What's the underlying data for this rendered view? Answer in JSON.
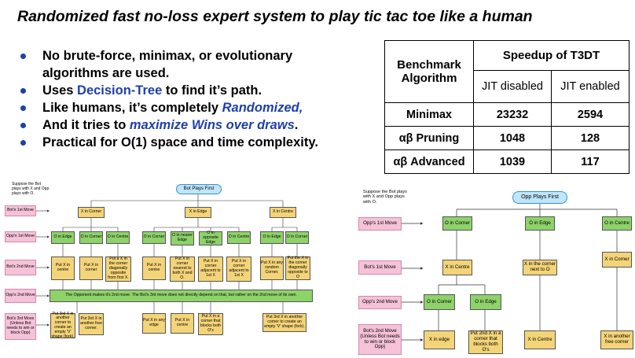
{
  "title": "Randomized fast no-loss expert system to play tic tac toe like a human",
  "bullets": {
    "b1": "No brute-force, minimax, or evolutionary algorithms are used.",
    "b2_pre": "Uses ",
    "b2_em": "Decision-Tree",
    "b2_post": " to find it’s path.",
    "b3_pre": "Like humans, it’s completely ",
    "b3_em": "Randomized,",
    "b4_pre": "And it tries to ",
    "b4_em1": "maximize",
    "b4_em2": "Wins over draws",
    "b4_post": ".",
    "b5": "Practical for O(1) space and time complexity."
  },
  "table": {
    "header_benchmark": "Benchmark Algorithm",
    "header_speedup": "Speedup of T3DT",
    "sub_jit_disabled": "JIT disabled",
    "sub_jit_enabled": "JIT enabled",
    "rows": [
      {
        "algo": "Minimax",
        "disabled": "23232",
        "enabled": "2594"
      },
      {
        "algo": "αβ Pruning",
        "disabled": "1048",
        "enabled": "128"
      },
      {
        "algo": "αβ Advanced",
        "disabled": "1039",
        "enabled": "117"
      }
    ]
  },
  "tree1": {
    "note": "Suppose the Bot plays with X and Opp plays with O.",
    "root": "Bot Plays First",
    "labels": {
      "bot1": "Bot's 1st Move",
      "opp1": "Opp's 1st Move",
      "bot2": "Bot's 2nd Move",
      "opp2": "Opp's 2nd Move",
      "bot3": "Bot's 3rd Move (Unless Bot needs to win or block Opp)"
    },
    "l1": {
      "corner": "X in Corner",
      "edge": "X in Edge",
      "centre": "X in Centre"
    },
    "l2": {
      "a": "O in Edge",
      "b": "O in Corner",
      "c": "O in Centre",
      "d": "O in Corner",
      "e": "O in nearer Edge",
      "f": "O in opposite Edge",
      "g": "O in Centre",
      "h": "O in Edge",
      "i": "O in Corner"
    },
    "l3": {
      "a": "Put X in centre",
      "b": "Put X in corner",
      "c": "Put a X in the corner diagonally opposite from first X.",
      "d": "Put X in centre",
      "e": "Put X in corner nearest to both X and O.",
      "f": "Put X in corner adjacent to 1st X",
      "g": "Put X in corner adjacent to 1st X",
      "h": "Put X in any random Corner.",
      "i": "Put the X in the corner diagonally opposite to O"
    },
    "band": "The Opponent makes it's 2nd move. The Bot's 3rd move does not directly depend on that, but rather on the 2nd move of its own.",
    "l4": {
      "a": "Put 3rd X in another corner to create an empty 'V' shape (fork).",
      "b": "Put 3rd X in another free corner.",
      "c": "Put X in any edge",
      "d": "Put X in centre",
      "e": "Put X in a corner that blocks both O's",
      "f": "Put 3rd X in another corner to create an empty 'V' shape (fork)."
    }
  },
  "tree2": {
    "note": "Suppose the Bot plays with X and Opp plays with O.",
    "root": "Opp Plays First",
    "labels": {
      "opp1": "Opp's 1st Move",
      "bot1": "Bot's 1st Move",
      "opp2": "Opp's 2nd Move",
      "bot2": "Bot's 2nd Move (Unless Bot needs to win or block Opp)"
    },
    "l1": {
      "corner": "O in Corner",
      "edge": "O in Edge",
      "centre": "O in Centre"
    },
    "l2": {
      "a": "X in Centre",
      "b": "X in the corner next to O",
      "c": "X in Corner"
    },
    "l3": {
      "a": "O in Corner",
      "b": "O in Edge"
    },
    "l4": {
      "a": "X in edge",
      "b": "Put 2nd X in a corner that blocks both O's",
      "c": "X in Centre",
      "d": "X in another free corner"
    }
  }
}
